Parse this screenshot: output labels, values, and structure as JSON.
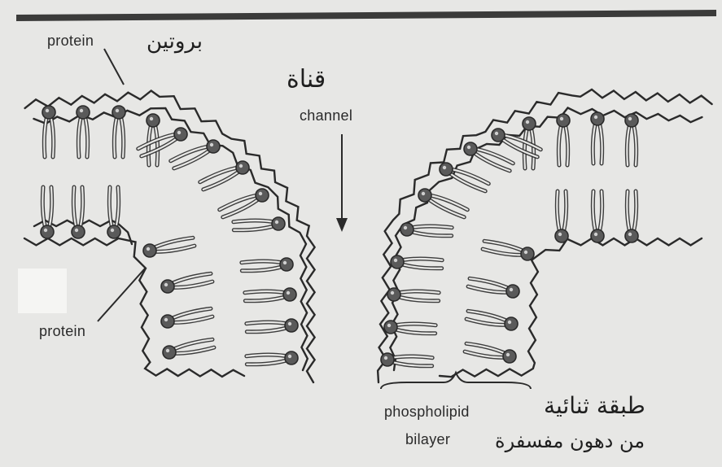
{
  "labels": {
    "protein_top": "protein",
    "protein_top_ar": "بروتين",
    "channel_ar": "قناة",
    "channel": "channel",
    "protein_left": "protein",
    "phospholipid": "phospholipid",
    "bilayer": "bilayer",
    "bilayer_ar_line1": "طبقة ثنائية",
    "bilayer_ar_line2": "من دهون مفسفرة"
  },
  "colors": {
    "paper": "#e7e7e5",
    "ink": "#2a2a2a",
    "head_fill": "#5a5a5a"
  }
}
